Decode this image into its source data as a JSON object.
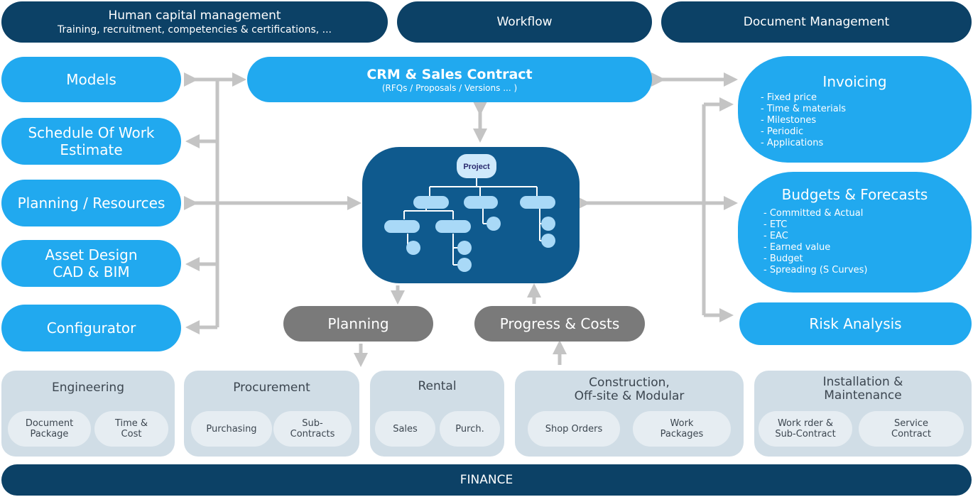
{
  "top": {
    "hcm_title": "Human capital management",
    "hcm_subtitle": "Training, recruitment, competencies & certifications, ...",
    "workflow": "Workflow",
    "document_management": "Document Management"
  },
  "left": {
    "models": "Models",
    "schedule_line1": "Schedule Of Work",
    "schedule_line2": "Estimate",
    "planning_resources": "Planning / Resources",
    "asset_line1": "Asset Design",
    "asset_line2": "CAD & BIM",
    "configurator": "Configurator"
  },
  "crm": {
    "title": "CRM & Sales Contract",
    "subtitle": "(RFQs / Proposals / Versions ... )"
  },
  "project": {
    "label": "Project"
  },
  "middle": {
    "planning": "Planning",
    "progress_costs": "Progress & Costs"
  },
  "right": {
    "invoicing": {
      "title": "Invoicing",
      "items": [
        "- Fixed price",
        "- Time & materials",
        "- Milestones",
        "- Periodic",
        "- Applications"
      ]
    },
    "budgets": {
      "title": "Budgets & Forecasts",
      "items": [
        "- Committed & Actual",
        "- ETC",
        "- EAC",
        "- Earned value",
        "- Budget",
        "- Spreading (S Curves)"
      ]
    },
    "risk": "Risk Analysis"
  },
  "bottom": {
    "engineering": {
      "title": "Engineering",
      "item1_l1": "Document",
      "item1_l2": "Package",
      "item2_l1": "Time &",
      "item2_l2": "Cost"
    },
    "procurement": {
      "title": "Procurement",
      "item1": "Purchasing",
      "item2_l1": "Sub-",
      "item2_l2": "Contracts"
    },
    "rental": {
      "title": "Rental",
      "item1": "Sales",
      "item2": "Purch."
    },
    "construction": {
      "title_l1": "Construction,",
      "title_l2": "Off-site & Modular",
      "item1": "Shop Orders",
      "item2_l1": "Work",
      "item2_l2": "Packages"
    },
    "installation": {
      "title_l1": "Installation &",
      "title_l2": "Maintenance",
      "item1_l1": "Work rder &",
      "item1_l2": "Sub-Contract",
      "item2_l1": "Service",
      "item2_l2": "Contract"
    }
  },
  "finance": "FINANCE",
  "colors": {
    "dark": "#0c4166",
    "blue": "#21a9ef",
    "grey": "#7a7a7a",
    "panel": "#d0dde6",
    "arrow": "#c4c4c4"
  }
}
